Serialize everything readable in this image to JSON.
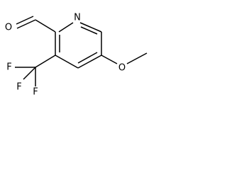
{
  "molecule": {
    "atoms": {
      "nitrogen": "N",
      "aldehyde_oxygen": "O",
      "ether_oxygen": "O",
      "fluorine_1": "F",
      "fluorine_2": "F",
      "fluorine_3": "F"
    }
  },
  "colors": {
    "bond": "#000000",
    "atom_label": "#000000",
    "background": "#ffffff"
  }
}
